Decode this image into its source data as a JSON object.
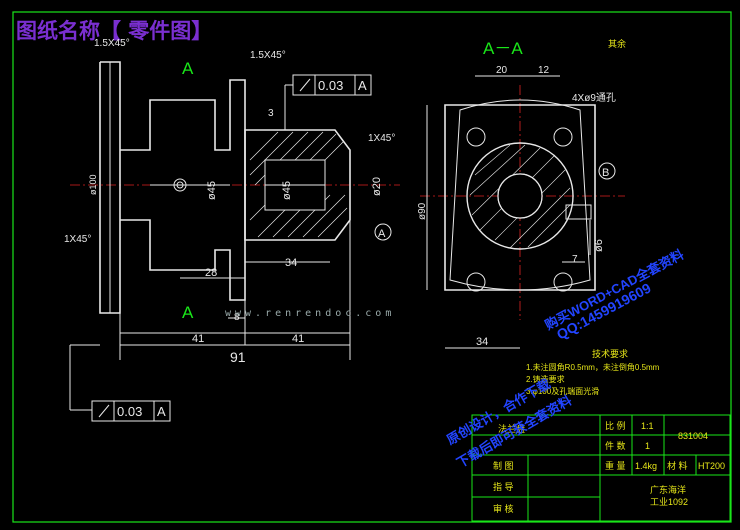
{
  "title": "图纸名称【 零件图】",
  "watermark": "www.renrendoc.com",
  "views": {
    "left": "A",
    "right": "A－A",
    "section_letter": "A",
    "datum_b": "B",
    "arrow_a": "A"
  },
  "dimensions": {
    "chamfer_top": "1.5X45°",
    "chamfer_top2": "1.5X45°",
    "chamfer_right": "1X45°",
    "chamfer_left": "1X45°",
    "d100": "ø100",
    "d45a": "ø45",
    "d45b": "ø45",
    "d20": "ø20",
    "d90": "ø90",
    "d6": "ø6",
    "len_28": "28",
    "len_34a": "34",
    "len_8": "8",
    "len_41a": "41",
    "len_41b": "41",
    "len_91": "91",
    "len_20": "20",
    "len_12": "12",
    "len_34b": "34",
    "len_7": "7",
    "len_3": "3",
    "holes": "4Xø9通孔"
  },
  "tolerance_top": {
    "value": "0.03",
    "datum": "A"
  },
  "tolerance_bottom": {
    "value": "0.03",
    "datum": "A"
  },
  "roughness_other": "其余",
  "tech_req": {
    "heading": "技术要求",
    "items": [
      "1.未注圆角R0.5mm，未注倒角0.5mm",
      "2.铸造要求",
      "3.φ100及孔端面光滑"
    ]
  },
  "title_block": {
    "part_name": "法兰盘",
    "scale_label": "比 例",
    "scale_value": "1:1",
    "qty_label": "件 数",
    "qty_value": "1",
    "drawing_no": "831004",
    "drawn_label": "制 图",
    "weight_label": "重 量",
    "weight_value": "1.4kg",
    "material_label": "材 料",
    "material_value": "HT200",
    "guide_label": "指 导",
    "review_label": "审 核",
    "school": "广东海洋",
    "class": "工业1092"
  },
  "promo_lines": [
    "QQ:1459919609",
    "购买WORD+CAD全套资料",
    "原创设计，合作下载",
    "下载后即可获全套资料"
  ]
}
